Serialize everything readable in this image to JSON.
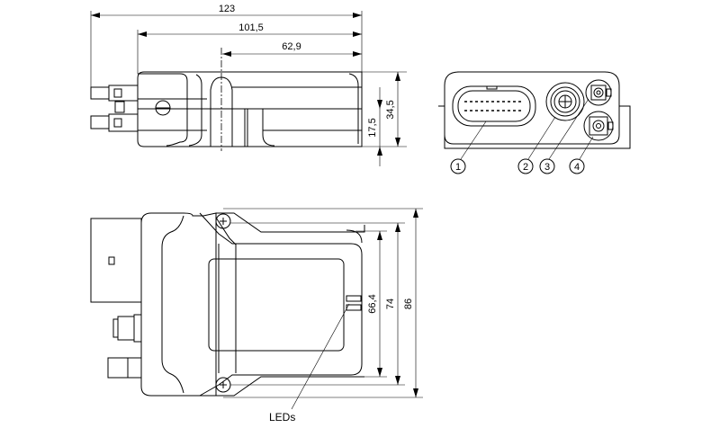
{
  "top_view": {
    "dimensions": {
      "overall_length": "123",
      "body_length": "101,5",
      "center_offset": "62,9",
      "height": "34,5",
      "half_height": "17,5"
    }
  },
  "front_view": {
    "callouts": [
      "1",
      "2",
      "3",
      "4"
    ]
  },
  "bottom_view": {
    "dimensions": {
      "inner_width": "66,4",
      "hole_spacing": "74",
      "overall_width": "86"
    },
    "leds_label": "LEDs"
  }
}
